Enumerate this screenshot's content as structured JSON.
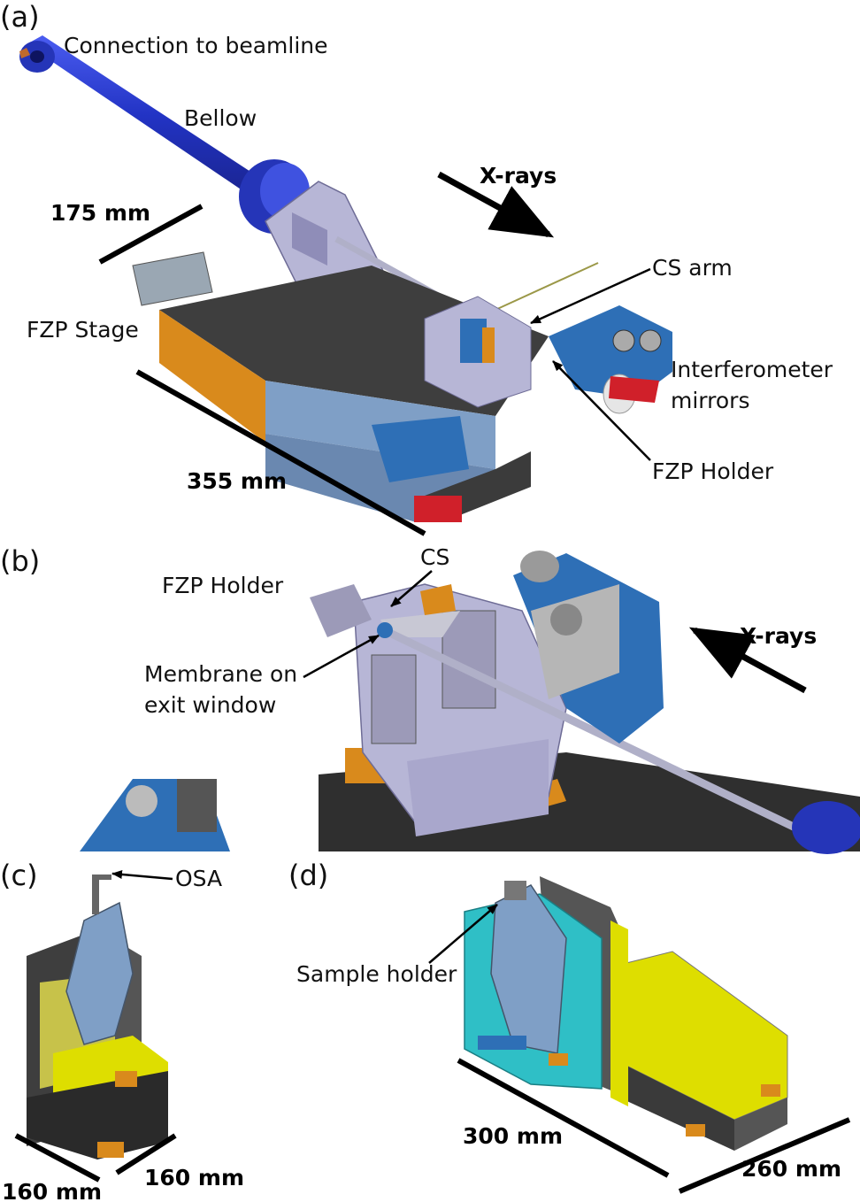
{
  "panels": {
    "a": {
      "tag": "(a)",
      "labels": {
        "connection": "Connection to beamline",
        "bellow": "Bellow",
        "xrays": "X-rays",
        "cs_arm": "CS arm",
        "fzp_stage": "FZP Stage",
        "interferometer_1": "Interferometer",
        "interferometer_2": "mirrors",
        "fzp_holder": "FZP Holder"
      },
      "dimensions": {
        "d175": "175 mm",
        "d355": "355 mm"
      }
    },
    "b": {
      "tag": "(b)",
      "labels": {
        "cs": "CS",
        "fzp_holder": "FZP Holder",
        "membrane_1": "Membrane on",
        "membrane_2": "exit window",
        "xrays": "X-rays"
      }
    },
    "c": {
      "tag": "(c)",
      "labels": {
        "osa": "OSA"
      },
      "dimensions": {
        "d160a": "160 mm",
        "d160b": "160 mm"
      }
    },
    "d": {
      "tag": "(d)",
      "labels": {
        "sample_holder": "Sample holder"
      },
      "dimensions": {
        "d300": "300 mm",
        "d260": "260 mm"
      }
    }
  },
  "colors": {
    "bellow_blue": "#2a3bd0",
    "flange_blue": "#2535b8",
    "frame_blue": "#2e6fb6",
    "steel_blue": "#7f9fc6",
    "lavender": "#b7b6d6",
    "dark_plate": "#3d3d3d",
    "orange": "#d98a1c",
    "red": "#d0202a",
    "yellow": "#e3e000",
    "cyan": "#2fbfc6",
    "gray": "#8d8d8d"
  }
}
